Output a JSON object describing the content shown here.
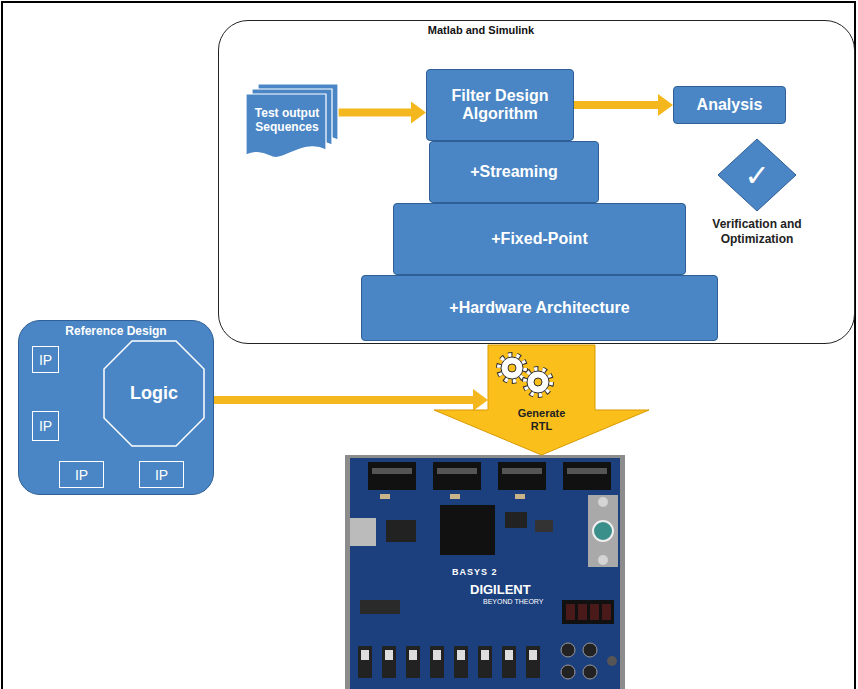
{
  "diagram": {
    "nodes": [
      {
        "text": [
          "Matlab and Simulink"
        ]
      },
      {
        "text": [
          "Test output Sequences"
        ],
        "in": 0
      },
      {
        "text": [
          "Filter Design Algorithm"
        ],
        "in": 0
      },
      {
        "text": [
          "Analysis"
        ],
        "in": 0
      },
      {
        "text": [
          "+Streaming"
        ],
        "in": 0
      },
      {
        "text": [
          "✓",
          "Verification and Optimization"
        ],
        "in": 0
      },
      {
        "text": [
          "+Fixed-Point"
        ],
        "in": 0
      },
      {
        "text": [
          "+Hardware Architecture"
        ],
        "in": 0
      },
      {
        "text": [
          "Reference Design"
        ]
      },
      {
        "text": [
          "IP"
        ],
        "in": 8
      },
      {
        "text": [
          "Logic"
        ],
        "in": 8
      },
      {
        "text": [
          "IP"
        ],
        "in": 8
      },
      {
        "text": [
          "IP"
        ],
        "in": 8
      },
      {
        "text": [
          "IP"
        ],
        "in": 8
      },
      {
        "text": [
          "Generate RTL"
        ]
      }
    ],
    "edges": [
      {
        "from": 1,
        "to": 2,
        "arrow": "to"
      },
      {
        "from": 2,
        "to": 3,
        "arrow": "to"
      },
      {
        "from": 8,
        "to": 14,
        "arrow": "to"
      }
    ],
    "labels": [
      "BASYS 2",
      "DIGILENT",
      "BEYOND THEORY"
    ]
  }
}
